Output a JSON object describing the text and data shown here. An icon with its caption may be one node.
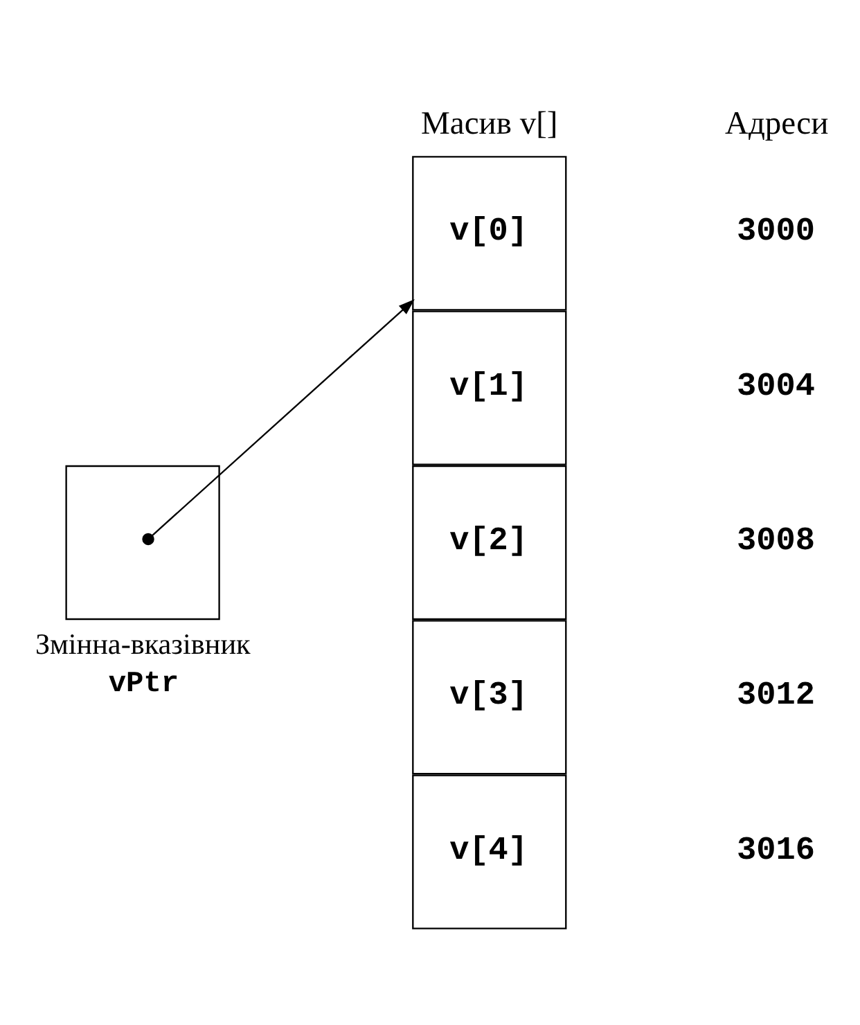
{
  "diagram": {
    "nodes": [
      {
        "text": [],
        "shape": "box",
        "beside": [
          "Змінна-вказівник",
          "vPtr"
        ]
      },
      {
        "text": [
          "v[0]"
        ]
      },
      {
        "text": [
          "v[1]"
        ]
      },
      {
        "text": [
          "v[2]"
        ]
      },
      {
        "text": [
          "v[3]"
        ]
      },
      {
        "text": [
          "v[4]"
        ]
      }
    ],
    "edges": [
      {
        "from": 0,
        "to": 1,
        "arrow": "to"
      }
    ],
    "labels": [
      "Масив v[]",
      "Адреси",
      "3000",
      "3004",
      "3008",
      "3012",
      "3016"
    ]
  }
}
